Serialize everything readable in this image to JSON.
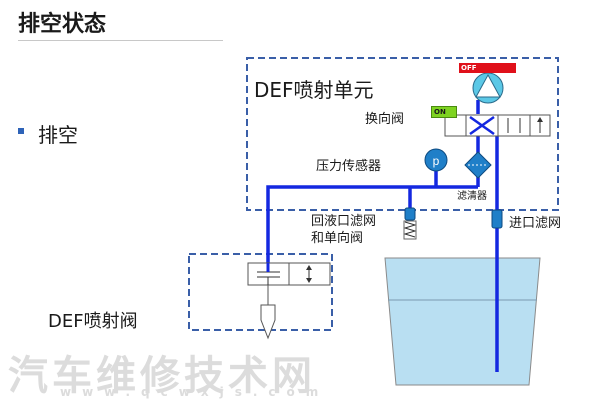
{
  "title": "排空状态",
  "bullet": "排空",
  "unit_title": "DEF喷射单元",
  "labels": {
    "reversing_valve": "换向阀",
    "pressure_sensor": "压力传感器",
    "filter": "滤清器",
    "return_filter_line1": "回液口滤网",
    "return_filter_line2": "和单向阀",
    "inlet_filter": "进口滤网",
    "injector": "DEF喷射阀"
  },
  "tags": {
    "off": "OFF",
    "on": "ON"
  },
  "sensor_symbol": "p",
  "watermark": "汽车维修技术网",
  "watermark_url": "www.qcwxjs.com",
  "colors": {
    "fluid_line": "#1428e0",
    "dashed_box": "#3a5fa8",
    "tank_fill": "#b9dff2",
    "sensor_fill": "#1f7fc8",
    "pump_fill": "#5bc8e6",
    "off_tag": "#e0101a",
    "on_tag": "#7ed321"
  }
}
